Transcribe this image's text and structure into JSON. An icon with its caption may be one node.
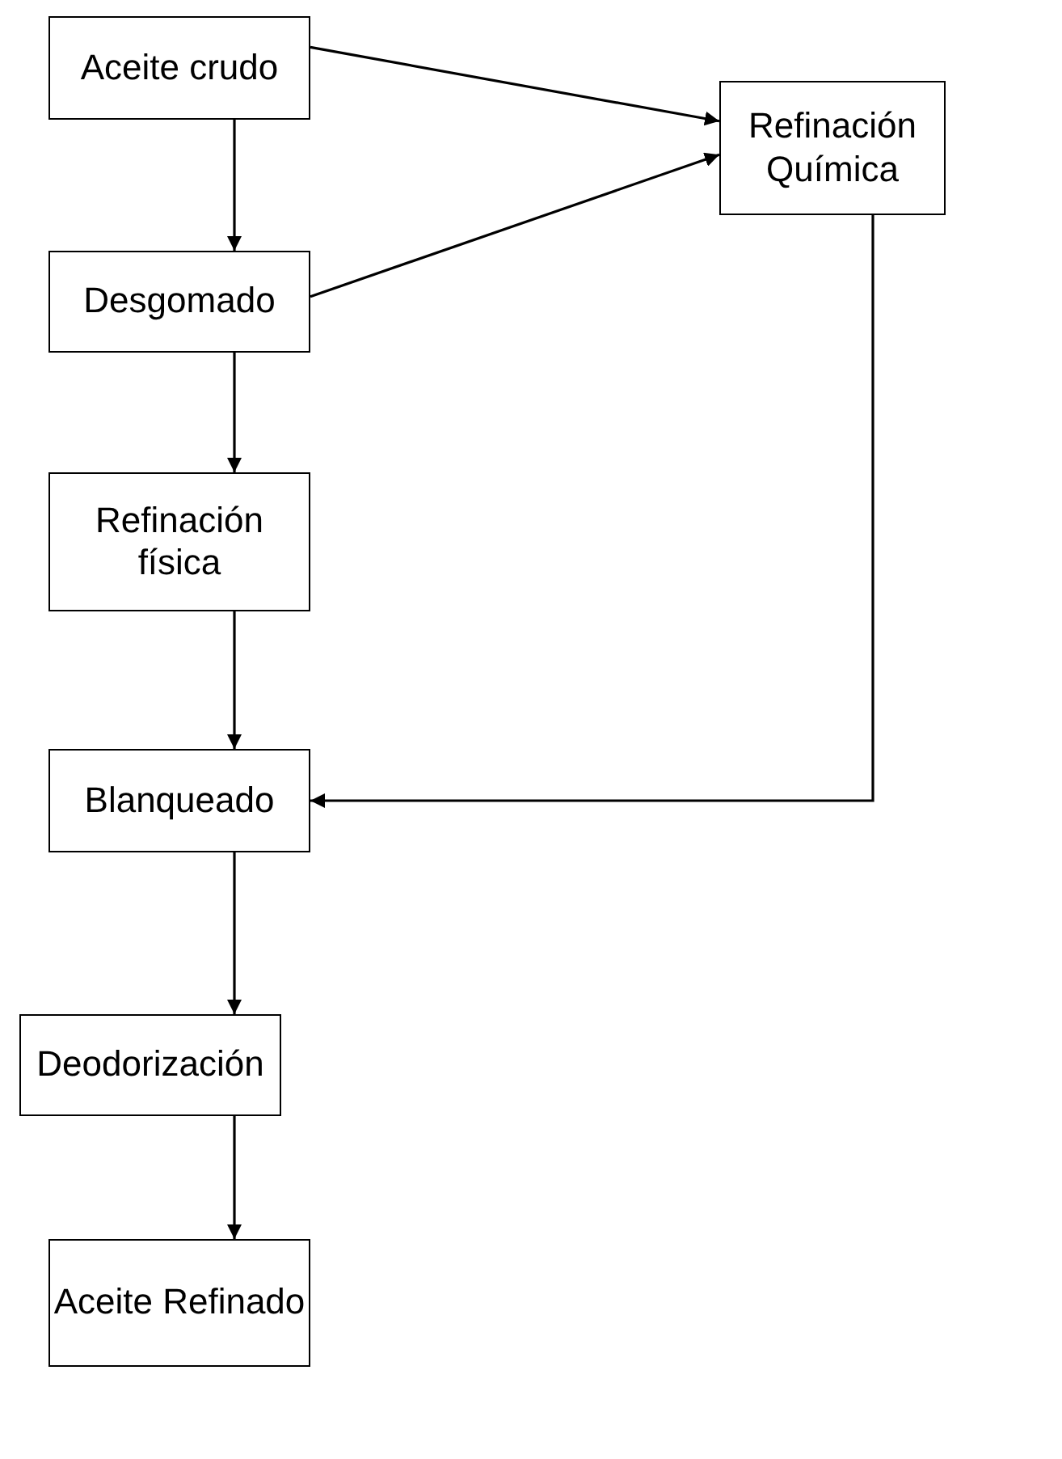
{
  "diagram": {
    "nodes": [
      {
        "text": [
          "Aceite crudo"
        ]
      },
      {
        "text": [
          "Refinación Química"
        ]
      },
      {
        "text": [
          "Desgomado"
        ]
      },
      {
        "text": [
          "Refinación física"
        ]
      },
      {
        "text": [
          "Blanqueado"
        ]
      },
      {
        "text": [
          "Deodorización"
        ]
      },
      {
        "text": [
          "Aceite Refinado"
        ]
      }
    ],
    "edges": [
      {
        "from": 0,
        "to": 1,
        "arrow": "to"
      },
      {
        "from": 0,
        "to": 2,
        "arrow": "to"
      },
      {
        "from": 2,
        "to": 1,
        "arrow": "to"
      },
      {
        "from": 2,
        "to": 3,
        "arrow": "to"
      },
      {
        "from": 3,
        "to": 4,
        "arrow": "to"
      },
      {
        "from": 1,
        "to": 4,
        "arrow": "to"
      },
      {
        "from": 4,
        "to": 5,
        "arrow": "to"
      },
      {
        "from": 5,
        "to": 6,
        "arrow": "to"
      }
    ]
  }
}
